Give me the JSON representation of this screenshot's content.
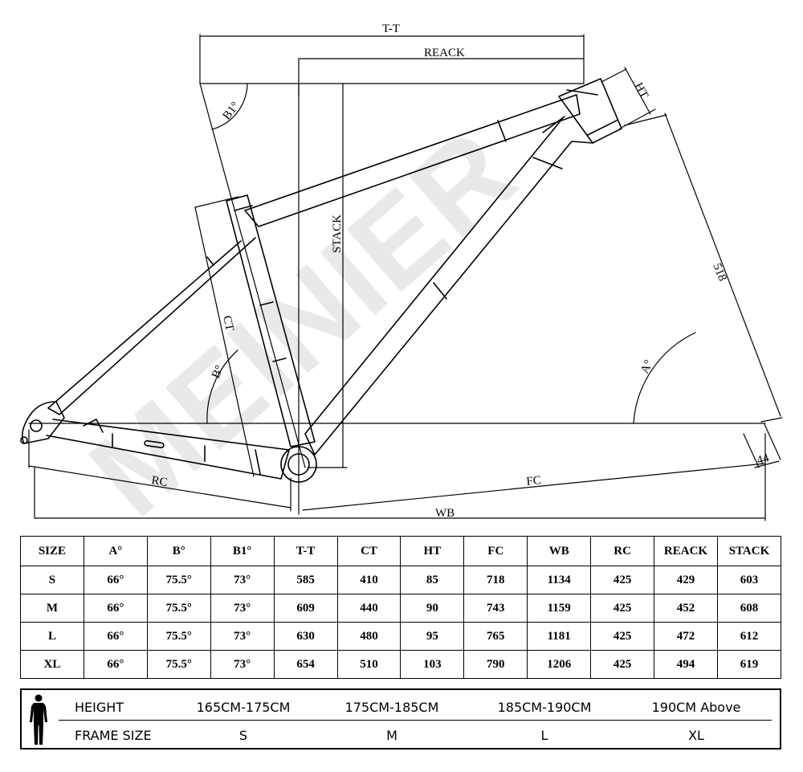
{
  "diagram": {
    "watermark": "MEINIER",
    "labels": {
      "tt": "T-T",
      "reack": "REACK",
      "ht": "HT",
      "stack": "STACK",
      "fork_length": "518",
      "ct": "CT",
      "b1_angle": "B1°",
      "b_angle": "B°",
      "a_angle": "A°",
      "rc": "RC",
      "fc": "FC",
      "wb": "WB",
      "offset": "44"
    }
  },
  "geometry_table": {
    "headers": [
      "SIZE",
      "A°",
      "B°",
      "B1°",
      "T-T",
      "CT",
      "HT",
      "FC",
      "WB",
      "RC",
      "REACK",
      "STACK"
    ],
    "rows": [
      [
        "S",
        "66°",
        "75.5°",
        "73°",
        "585",
        "410",
        "85",
        "718",
        "1134",
        "425",
        "429",
        "603"
      ],
      [
        "M",
        "66°",
        "75.5°",
        "73°",
        "609",
        "440",
        "90",
        "743",
        "1159",
        "425",
        "452",
        "608"
      ],
      [
        "L",
        "66°",
        "75.5°",
        "73°",
        "630",
        "480",
        "95",
        "765",
        "1181",
        "425",
        "472",
        "612"
      ],
      [
        "XL",
        "66°",
        "75.5°",
        "73°",
        "654",
        "510",
        "103",
        "790",
        "1206",
        "425",
        "494",
        "619"
      ]
    ]
  },
  "size_guide": {
    "height_label": "HEIGHT",
    "frame_label": "FRAME SIZE",
    "heights": [
      "165CM-175CM",
      "175CM-185CM",
      "185CM-190CM",
      "190CM Above"
    ],
    "frames": [
      "S",
      "M",
      "L",
      "XL"
    ]
  }
}
